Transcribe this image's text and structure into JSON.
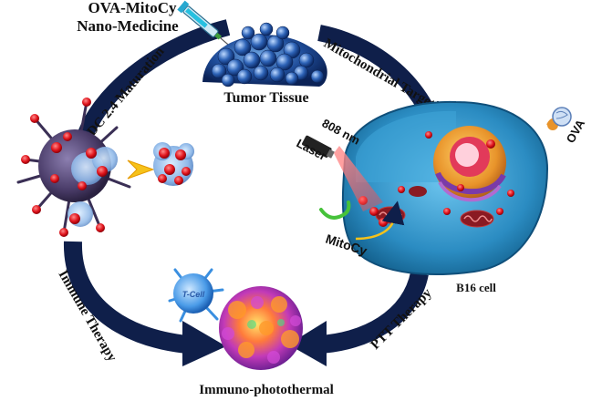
{
  "title": {
    "line1": "OVA-MitoCy",
    "line2": "Nano-Medicine"
  },
  "labels": {
    "tumor_tissue": "Tumor Tissue",
    "dc_maturation": "DC 2.4 Maturation",
    "mito_targeting": "Mitochondrial Targeting",
    "immune_therapy": "Immune Therapy",
    "ptt_therapy": "PTT Therapy",
    "laser_wavelength": "808 nm",
    "laser": "Laser",
    "ova": "OVA",
    "mitocy": "MitoCy",
    "b16_cell": "B16 cell",
    "t_cell": "T-Cell",
    "immuno_photothermal": "Immuno-photothermal"
  },
  "colors": {
    "arrow_navy": "#0f1f4a",
    "cell_blue": "#2e8fc4",
    "nucleus_orange": "#e89a2a",
    "nanoparticle_red": "#e0141c",
    "tumor_blue": "#1f4d9a",
    "dc_purple": "#5a4a7a",
    "laser_red": "#ff5a5a"
  }
}
